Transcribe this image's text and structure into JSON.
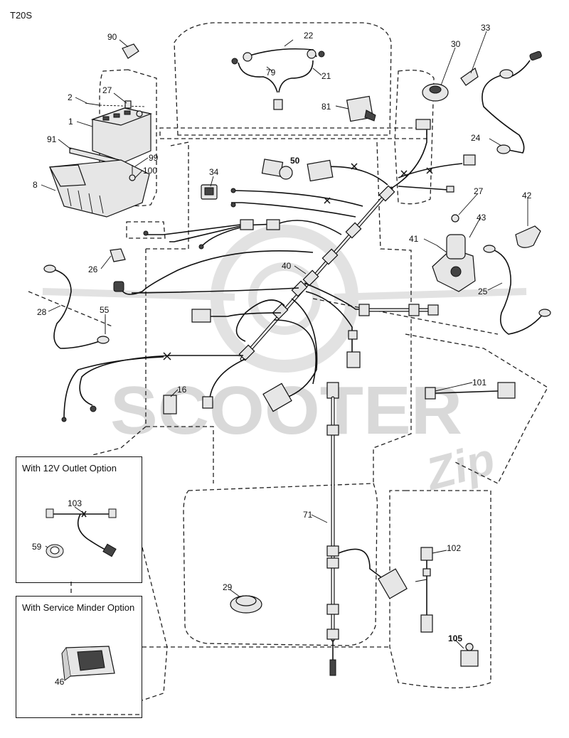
{
  "model_code": "T20S",
  "watermark": {
    "text": "SCOOTER",
    "script": "Zip"
  },
  "options": [
    {
      "title": "With 12V Outlet Option",
      "callouts": [
        "103",
        "59"
      ]
    },
    {
      "title": "With Service Minder Option",
      "callouts": [
        "46"
      ]
    }
  ],
  "callouts": {
    "p90": "90",
    "p22": "22",
    "p79": "79",
    "p21": "21",
    "p81": "81",
    "p30": "30",
    "p33": "33",
    "p2": "2",
    "p27a": "27",
    "p1": "1",
    "p91": "91",
    "p99": "99",
    "p100": "100",
    "p8": "8",
    "p34": "34",
    "p50": "50",
    "p24": "24",
    "p27b": "27",
    "p42": "42",
    "p43": "43",
    "p41": "41",
    "p26": "26",
    "p40": "40",
    "p25": "25",
    "p28": "28",
    "p55": "55",
    "p16": "16",
    "p101": "101",
    "p71": "71",
    "p102": "102",
    "p29": "29",
    "p105": "105",
    "p103": "103",
    "p59": "59",
    "p46": "46"
  }
}
